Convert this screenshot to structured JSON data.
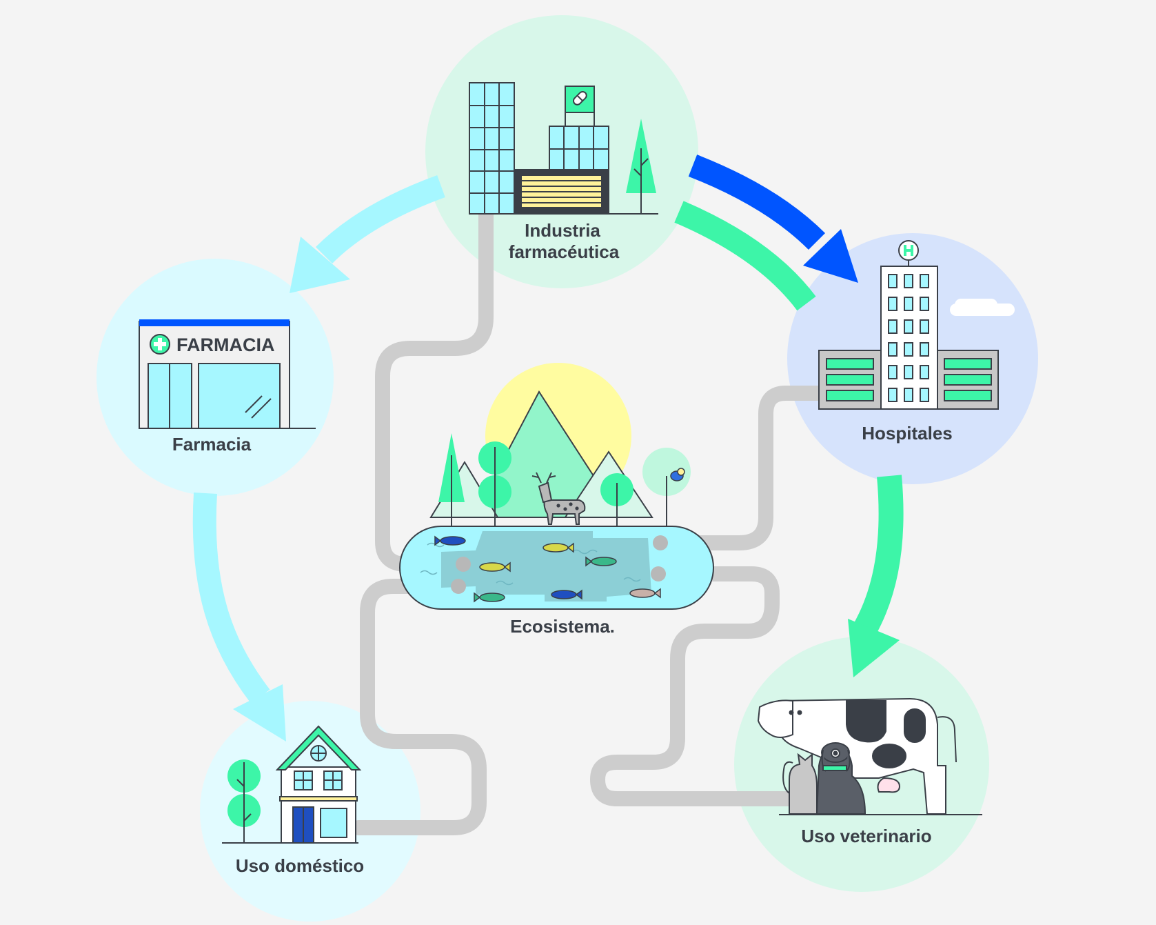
{
  "nodes": {
    "industria": {
      "label_line1": "Industria",
      "label_line2": "farmacéutica"
    },
    "hospitales": {
      "label": "Hospitales"
    },
    "farmacia": {
      "label": "Farmacia",
      "sign_text": "FARMACIA"
    },
    "uso_domestico": {
      "label": "Uso doméstico"
    },
    "uso_veterinario": {
      "label": "Uso veterinario"
    },
    "ecosistema": {
      "label": "Ecosistema."
    }
  },
  "colors": {
    "background": "#f4f4f4",
    "circle_mint": "#d8f7ea",
    "circle_cyan": "#dafaff",
    "circle_blue": "#d6e3fc",
    "arrow_blue": "#0055ff",
    "arrow_green": "#3df5a8",
    "arrow_cyan": "#a6f7ff",
    "pipe_gray": "#cdcdcd",
    "outline": "#3a3f47"
  },
  "icons": [
    "pill-icon",
    "hospital-h-icon",
    "pharmacy-cross-icon",
    "deer-icon",
    "bird-icon",
    "fish-icon",
    "cow-icon",
    "dog-icon",
    "cat-icon"
  ]
}
